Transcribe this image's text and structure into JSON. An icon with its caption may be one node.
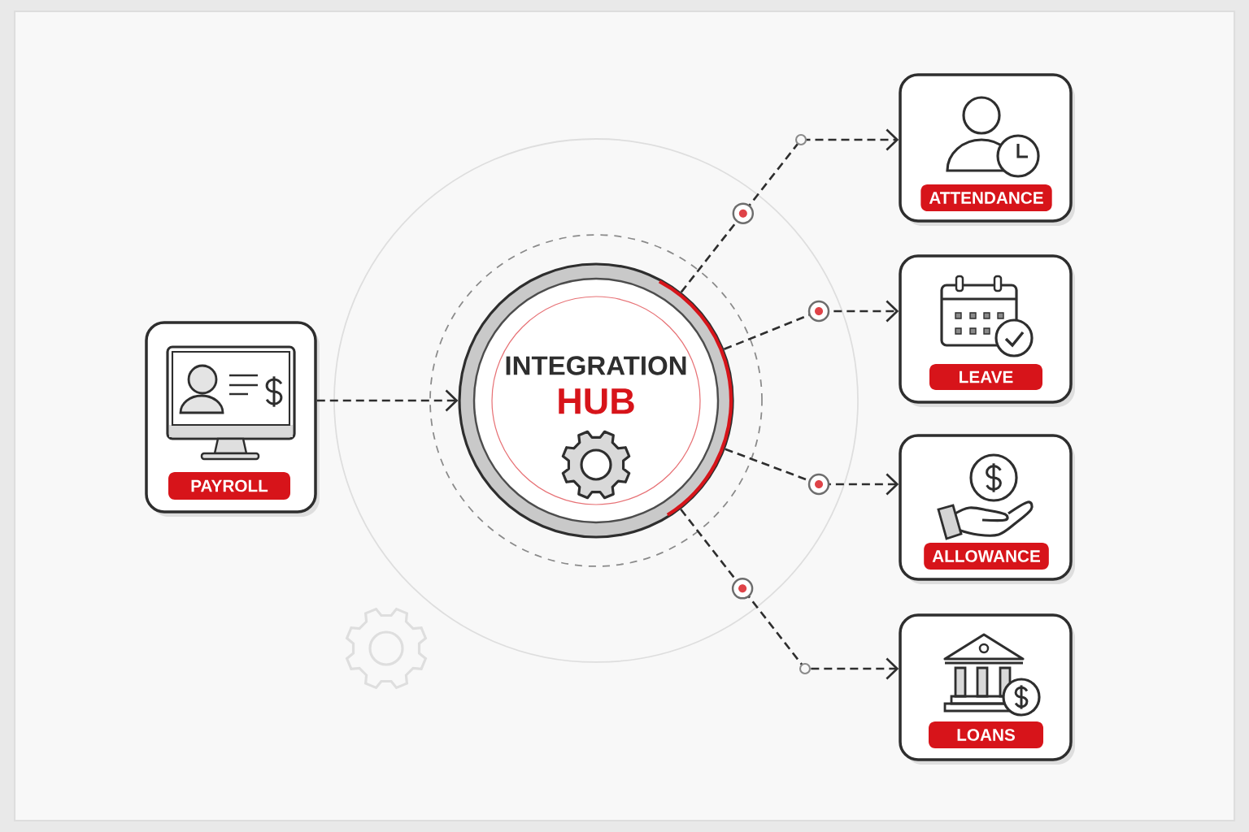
{
  "diagram": {
    "nodes": [
      {
        "text": [
          "PAYROLL"
        ]
      },
      {
        "text": [
          "INTEGRATION",
          "HUB"
        ]
      },
      {
        "text": [
          "ATTENDANCE"
        ]
      },
      {
        "text": [
          "LEAVE"
        ]
      },
      {
        "text": [
          "ALLOWANCE"
        ]
      },
      {
        "text": [
          "LOANS"
        ]
      }
    ],
    "edges": [
      {
        "from": 0,
        "to": 1,
        "arrow": "to",
        "style": "dashed"
      },
      {
        "from": 1,
        "to": 2,
        "arrow": "to",
        "style": "dashed"
      },
      {
        "from": 1,
        "to": 3,
        "arrow": "to",
        "style": "dashed"
      },
      {
        "from": 1,
        "to": 4,
        "arrow": "to",
        "style": "dashed"
      },
      {
        "from": 1,
        "to": 5,
        "arrow": "to",
        "style": "dashed"
      }
    ]
  }
}
